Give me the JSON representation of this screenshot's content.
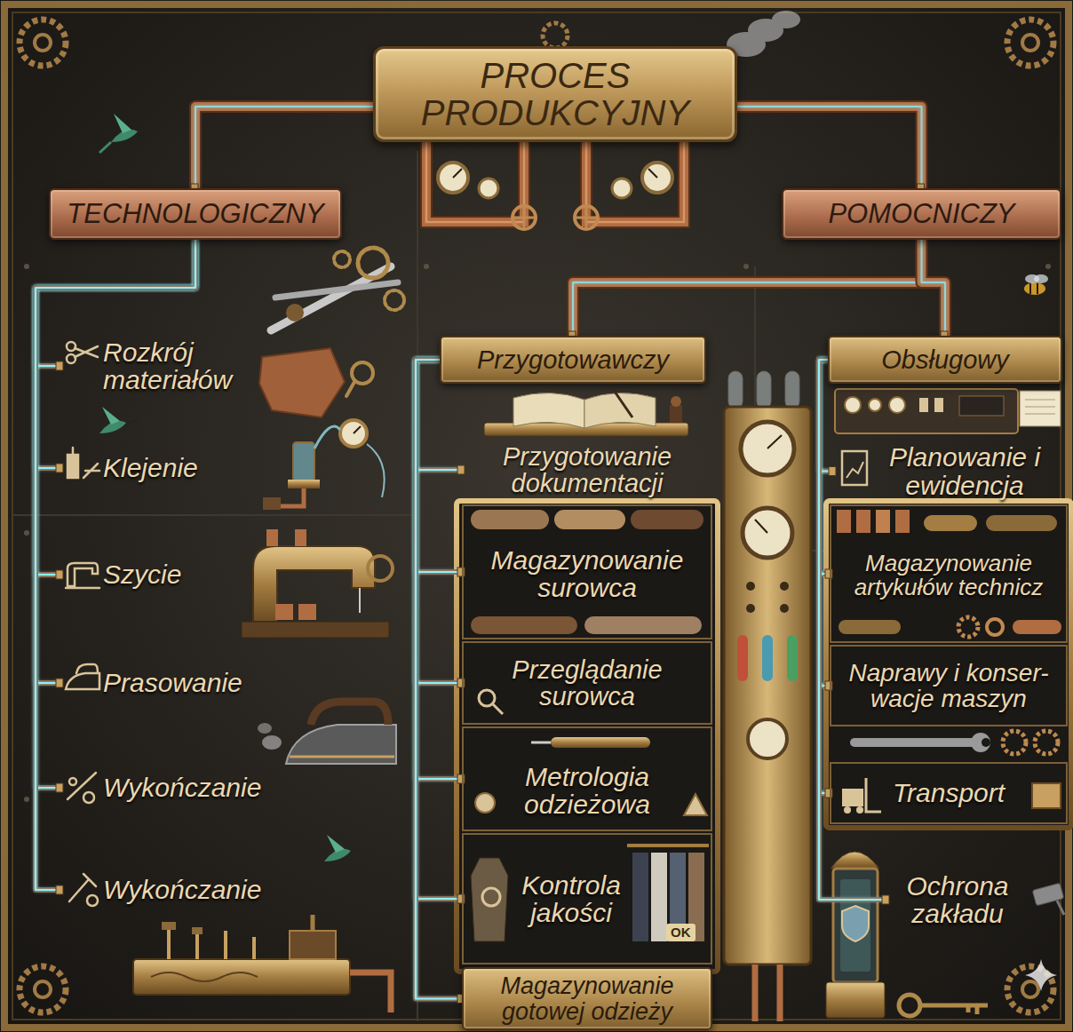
{
  "diagram": {
    "nodes": [
      {
        "text": [
          "PROCES PRODUKCYJNY"
        ]
      },
      {
        "text": [
          "TECHNOLOGICZNY"
        ]
      },
      {
        "text": [
          "POMOCNICZY"
        ]
      },
      {
        "text": [
          "Przygotowawczy"
        ]
      },
      {
        "text": [
          "Obsługowy"
        ]
      },
      {
        "text": [
          "Rozkrój materiałów"
        ]
      },
      {
        "text": [
          "Klejenie"
        ]
      },
      {
        "text": [
          "Szycie"
        ]
      },
      {
        "text": [
          "Prasowanie"
        ]
      },
      {
        "text": [
          "Wykończanie"
        ]
      },
      {
        "text": [
          "Wykończanie"
        ]
      },
      {
        "text": [
          "Przygotowanie dokumentacji"
        ]
      },
      {
        "text": [
          "Magazynowanie surowca"
        ]
      },
      {
        "text": [
          "Przeglądanie surowca"
        ]
      },
      {
        "text": [
          "Metrologia odzieżowa"
        ]
      },
      {
        "text": [
          "Kontrola jakości"
        ]
      },
      {
        "text": [
          "Magazynowanie gotowej odzieży"
        ]
      },
      {
        "text": [
          "Planowanie i ewidencja"
        ]
      },
      {
        "text": [
          "Magazynowanie artykułów technicz"
        ]
      },
      {
        "text": [
          "Naprawy i konser- wacje maszyn"
        ]
      },
      {
        "text": [
          "Transport"
        ]
      },
      {
        "text": [
          "Ochrona zakładu"
        ]
      }
    ],
    "edges": [
      {
        "from": 0,
        "to": 1,
        "arrow": "none"
      },
      {
        "from": 0,
        "to": 2,
        "arrow": "none"
      },
      {
        "from": 2,
        "to": 3,
        "arrow": "none"
      },
      {
        "from": 2,
        "to": 4,
        "arrow": "none"
      },
      {
        "from": 1,
        "to": 5,
        "arrow": "none"
      },
      {
        "from": 1,
        "to": 6,
        "arrow": "none"
      },
      {
        "from": 1,
        "to": 7,
        "arrow": "none"
      },
      {
        "from": 1,
        "to": 8,
        "arrow": "none"
      },
      {
        "from": 1,
        "to": 9,
        "arrow": "none"
      },
      {
        "from": 1,
        "to": 10,
        "arrow": "none"
      },
      {
        "from": 3,
        "to": 11,
        "arrow": "none"
      },
      {
        "from": 3,
        "to": 12,
        "arrow": "none"
      },
      {
        "from": 3,
        "to": 13,
        "arrow": "none"
      },
      {
        "from": 3,
        "to": 14,
        "arrow": "none"
      },
      {
        "from": 3,
        "to": 15,
        "arrow": "none"
      },
      {
        "from": 3,
        "to": 16,
        "arrow": "none"
      },
      {
        "from": 4,
        "to": 17,
        "arrow": "none"
      },
      {
        "from": 4,
        "to": 18,
        "arrow": "none"
      },
      {
        "from": 4,
        "to": 19,
        "arrow": "none"
      },
      {
        "from": 4,
        "to": 20,
        "arrow": "none"
      },
      {
        "from": 4,
        "to": 21,
        "arrow": "none"
      }
    ],
    "labels": [
      "OK"
    ]
  }
}
